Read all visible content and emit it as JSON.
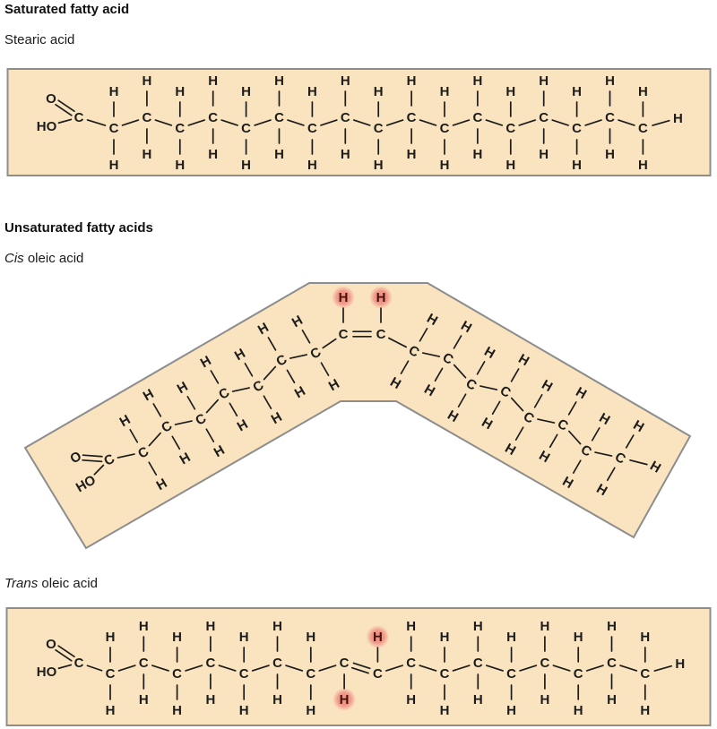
{
  "page": {
    "background": "#FFFFFF"
  },
  "colors": {
    "band_fill": "#FAE4BF",
    "band_border": "#8D8D8D",
    "bond": "#1C1C1C",
    "atom": "#1C1C1C",
    "highlight_fill": "#EE8B80",
    "highlight_text": "#461209",
    "heading_text": "#111111"
  },
  "atoms": {
    "carbon": "C",
    "hydrogen": "H",
    "oxygen": "O",
    "hydroxyl": "HO"
  },
  "sections": {
    "saturated": {
      "heading": "Saturated fatty acid"
    },
    "unsaturated": {
      "heading": "Unsaturated fatty acids"
    }
  },
  "molecules": {
    "stearic": {
      "label": {
        "text": "Stearic acid"
      },
      "carbon_count": 18,
      "double_bond": null,
      "shape": "straight"
    },
    "cis_oleic": {
      "label": {
        "italic": "Cis",
        "rest": " oleic acid"
      },
      "carbon_count": 18,
      "double_bond": {
        "carbons": [
          9,
          10
        ],
        "configuration": "cis",
        "highlighted_hydrogens": 2
      },
      "shape": "bent",
      "bend_angle_deg": 30
    },
    "trans_oleic": {
      "label": {
        "italic": "Trans",
        "rest": " oleic acid"
      },
      "carbon_count": 18,
      "double_bond": {
        "carbons": [
          9,
          10
        ],
        "configuration": "trans",
        "highlighted_hydrogens": 2
      },
      "shape": "straight"
    }
  }
}
